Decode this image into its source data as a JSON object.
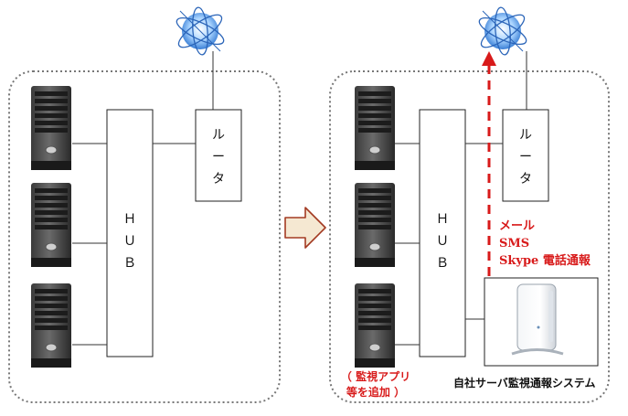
{
  "left": {
    "hub_label_chars": [
      "Ｈ",
      "Ｕ",
      "Ｂ"
    ],
    "router_label_chars": [
      "ル",
      "ー",
      "タ"
    ]
  },
  "right": {
    "hub_label_chars": [
      "Ｈ",
      "Ｕ",
      "Ｂ"
    ],
    "router_label_chars": [
      "ル",
      "ー",
      "タ"
    ],
    "notify_lines": [
      "メール",
      "SMS",
      "Skype 電話通報"
    ],
    "app_note_lines": [
      "（ 監視アプリ",
      "等を追加 ）"
    ],
    "system_caption": "自社サーバ監視通報システム"
  },
  "colors": {
    "accent_red": "#d81a1a",
    "arrow_fill": "#f5e8d2",
    "arrow_stroke": "#a33a22"
  },
  "icons": {
    "internet": "globe-icon",
    "server": "server-tower-icon",
    "monitor_box": "nas-device-icon"
  }
}
